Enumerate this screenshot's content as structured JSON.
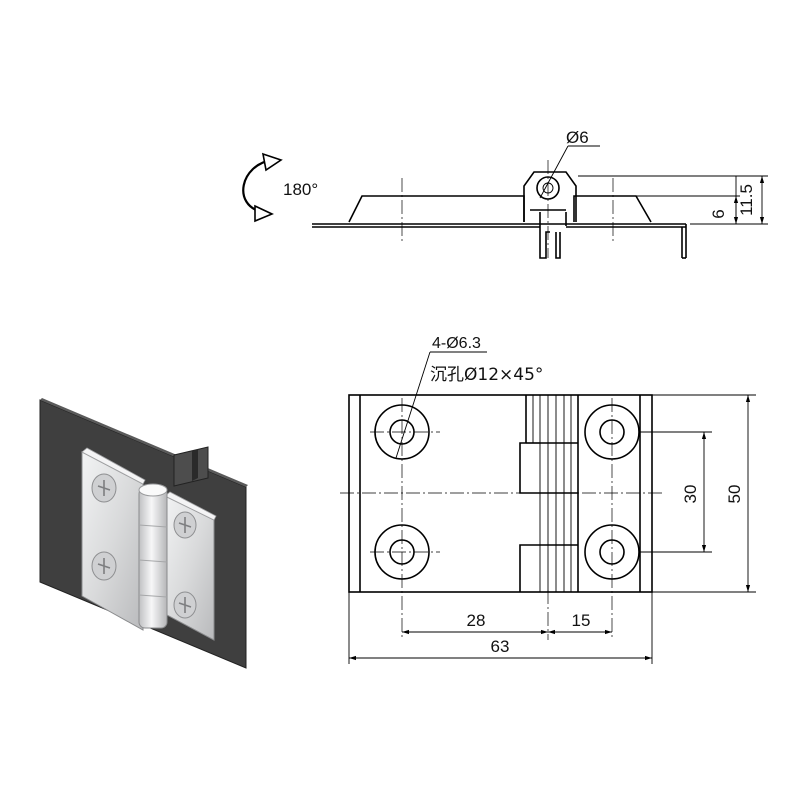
{
  "top_view": {
    "rotation_label": "180°",
    "hole_diameter_label": "Ø6",
    "dim_height_small": "6",
    "dim_height_large": "11.5"
  },
  "front_view": {
    "hole_callout_line1": "4-Ø6.3",
    "hole_callout_line2": "沉孔Ø12×45°",
    "dim_hole_spacing_vertical": "30",
    "dim_height_total": "50",
    "dim_left_offset": "28",
    "dim_right_offset": "15",
    "dim_width_total": "63"
  },
  "colors": {
    "panel": "#4a4a4a",
    "hinge_metal": "#d9dadb",
    "line": "#000000"
  },
  "icons": [
    "rotate-arrow-icon",
    "screw-icon"
  ]
}
